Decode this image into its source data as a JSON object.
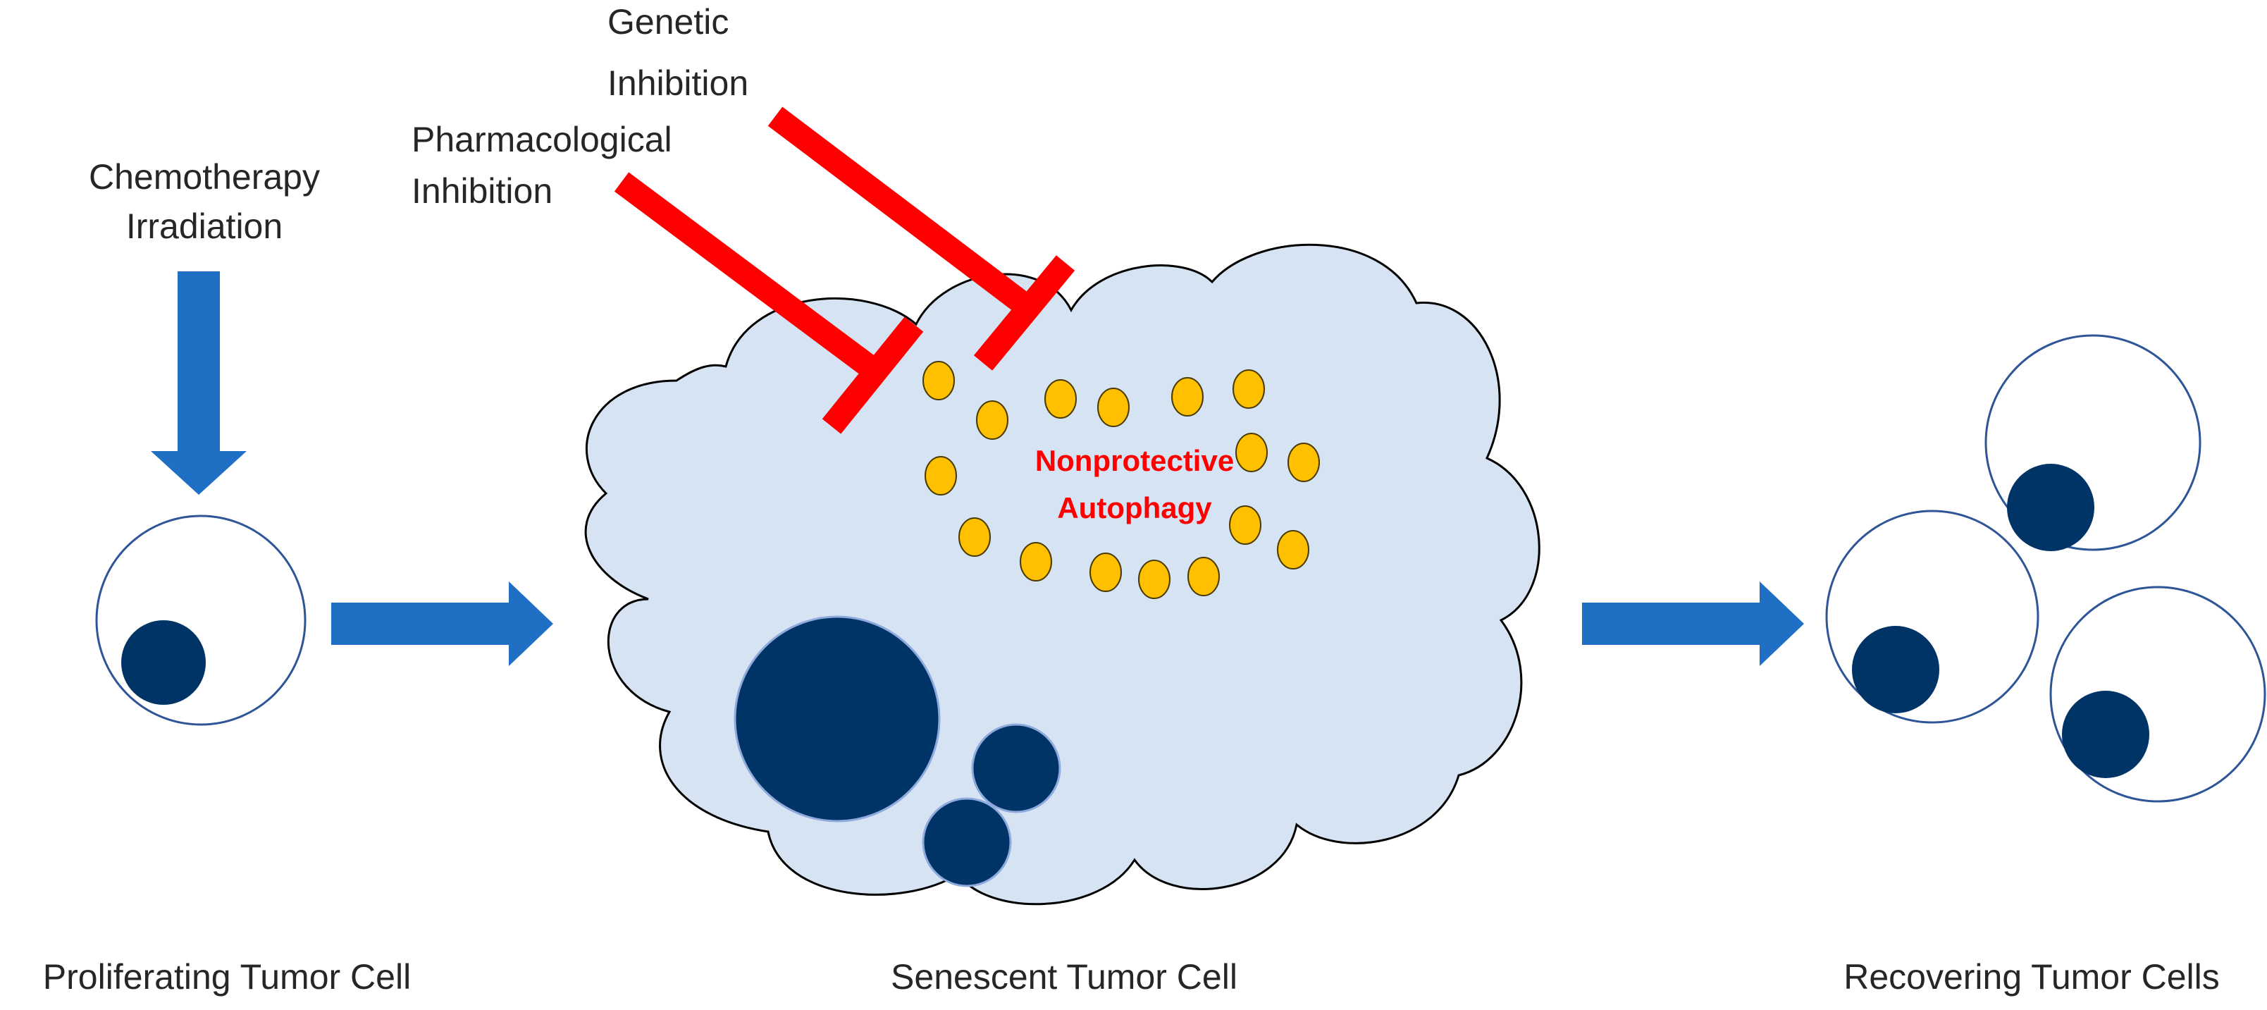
{
  "labels": {
    "stimulus_line1": "Chemotherapy",
    "stimulus_line2": "Irradiation",
    "genetic_line1": "Genetic",
    "genetic_line2": "Inhibition",
    "pharma_line1": "Pharmacological",
    "pharma_line2": "Inhibition",
    "autophagy_line1": "Nonprotective",
    "autophagy_line2": "Autophagy",
    "proliferating": "Proliferating Tumor Cell",
    "senescent": "Senescent Tumor Cell",
    "recovering": "Recovering Tumor Cells"
  },
  "colors": {
    "arrow_blue": "#1f6fc5",
    "nucleus_navy": "#003366",
    "cell_outline": "#2e5597",
    "senescent_fill": "#d6e3f3",
    "inhibitor_red": "#ff0000",
    "autophagosome_gold": "#ffc000",
    "autophagosome_edge": "#4a3a00"
  }
}
